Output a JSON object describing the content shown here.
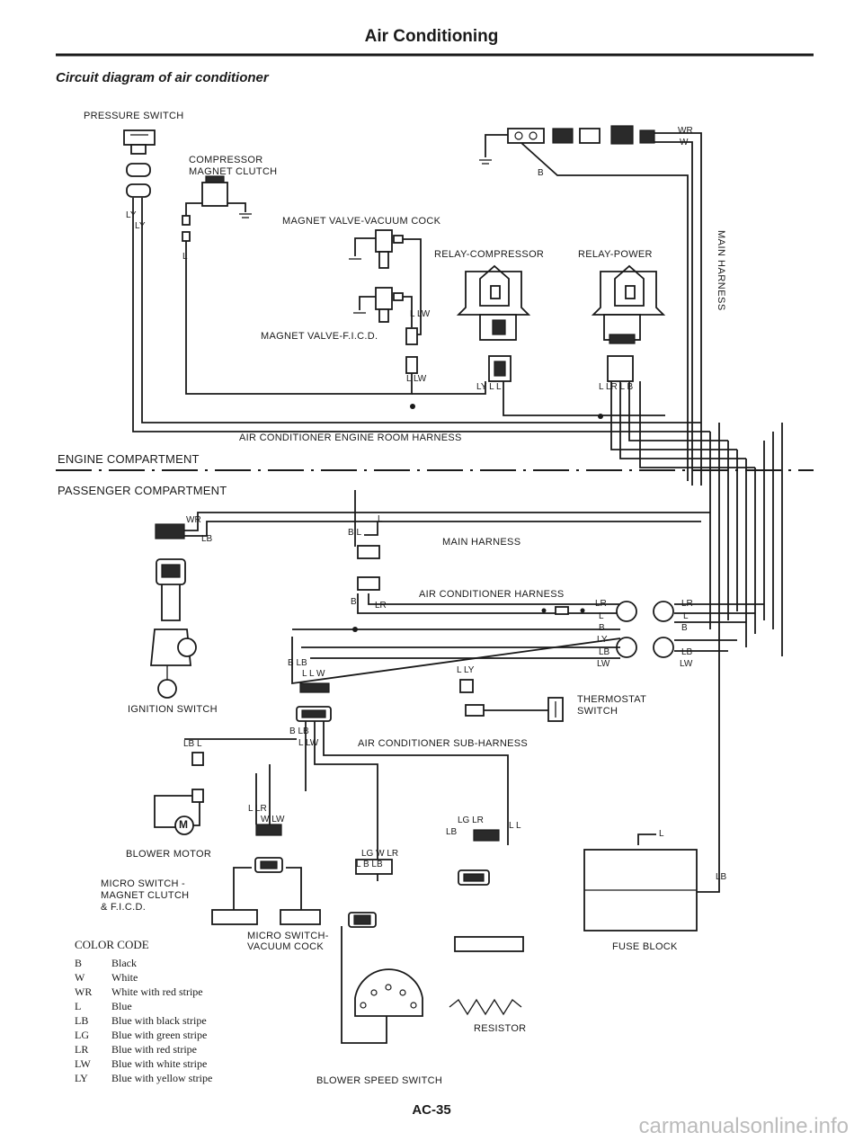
{
  "page": {
    "header": "Air Conditioning",
    "diagram_title": "Circuit diagram of air conditioner",
    "page_number": "AC-35",
    "watermark": "carmanualsonline.info"
  },
  "components": {
    "pressure_switch": "PRESSURE SWITCH",
    "compressor_line1": "COMPRESSOR",
    "compressor_line2": "MAGNET CLUTCH",
    "valve_vacuum": "MAGNET VALVE-VACUUM COCK",
    "relay_compressor": "RELAY-COMPRESSOR",
    "relay_power": "RELAY-POWER",
    "valve_fic": "MAGNET VALVE-F.I.C.D.",
    "main_harness_vertical": "MAIN HARNESS",
    "engine_room_harness": "AIR CONDITIONER ENGINE ROOM HARNESS",
    "engine_compartment": "ENGINE COMPARTMENT",
    "passenger_compartment": "PASSENGER COMPARTMENT",
    "main_harness": "MAIN HARNESS",
    "ac_harness": "AIR CONDITIONER HARNESS",
    "ignition_switch": "IGNITION SWITCH",
    "thermostat_line1": "THERMOSTAT",
    "thermostat_line2": "SWITCH",
    "sub_harness": "AIR CONDITIONER SUB-HARNESS",
    "blower_motor": "BLOWER MOTOR",
    "micro_line1": "MICRO SWITCH -",
    "micro_line2": "MAGNET CLUTCH",
    "micro_line3": "& F.I.C.D.",
    "micro_vac_line1": "MICRO SWITCH-",
    "micro_vac_line2": "VACUUM COCK",
    "fuse_block": "FUSE BLOCK",
    "resistor": "RESISTOR",
    "blower_speed_switch": "BLOWER SPEED SWITCH",
    "motor_symbol": "M"
  },
  "wires": {
    "ly_1": "LY",
    "ly_2": "LY",
    "l_comp": "L",
    "wr_top": "WR",
    "w_top": "W",
    "b_top": "B",
    "l_lw_1": "L LW",
    "l_lw_2": "L LW",
    "ly_l_l": "LY   L L",
    "llr_l_b": "L LR L  B",
    "wr_ign": "WR",
    "lb_ign": "LB",
    "b_l_main": "B  L",
    "l_main": "L",
    "b_l_ach": "B",
    "lr_ach": "LR",
    "lr_r1": "LR",
    "l_r1": "L",
    "b_r1": "B",
    "lr_r2": "LR",
    "l_r2": "L",
    "b_r2": "B",
    "ly_r3": "LY",
    "lb_r3": "LB",
    "lw_r3": "LW",
    "lb_r4": "LB",
    "lw_r4": "LW",
    "b_lb": "B  LB",
    "l_l_w": "L  L W",
    "lly": "L LY",
    "b_lb_sub": "B LB",
    "l_lw_sub": "L  LW",
    "lb_l_bm": "LB  L",
    "l_lr_w_lw": "L  LR",
    "w_lw": "W  LW",
    "lg_lr": "LG   LR",
    "lb_sub": "LB",
    "l_l_sub": "L  L",
    "lg_w_lr": "LG  W  LR",
    "l_b_lb": "L  B  LB",
    "l_fuse": "L",
    "lb_fuse": "LB"
  },
  "color_code": {
    "title": "COLOR CODE",
    "entries": [
      {
        "code": "B",
        "meaning": "Black"
      },
      {
        "code": "W",
        "meaning": "White"
      },
      {
        "code": "WR",
        "meaning": "White with red stripe"
      },
      {
        "code": "L",
        "meaning": "Blue"
      },
      {
        "code": "LB",
        "meaning": "Blue with black stripe"
      },
      {
        "code": "LG",
        "meaning": "Blue with green stripe"
      },
      {
        "code": "LR",
        "meaning": "Blue with red stripe"
      },
      {
        "code": "LW",
        "meaning": "Blue with white stripe"
      },
      {
        "code": "LY",
        "meaning": "Blue with yellow stripe"
      }
    ]
  }
}
